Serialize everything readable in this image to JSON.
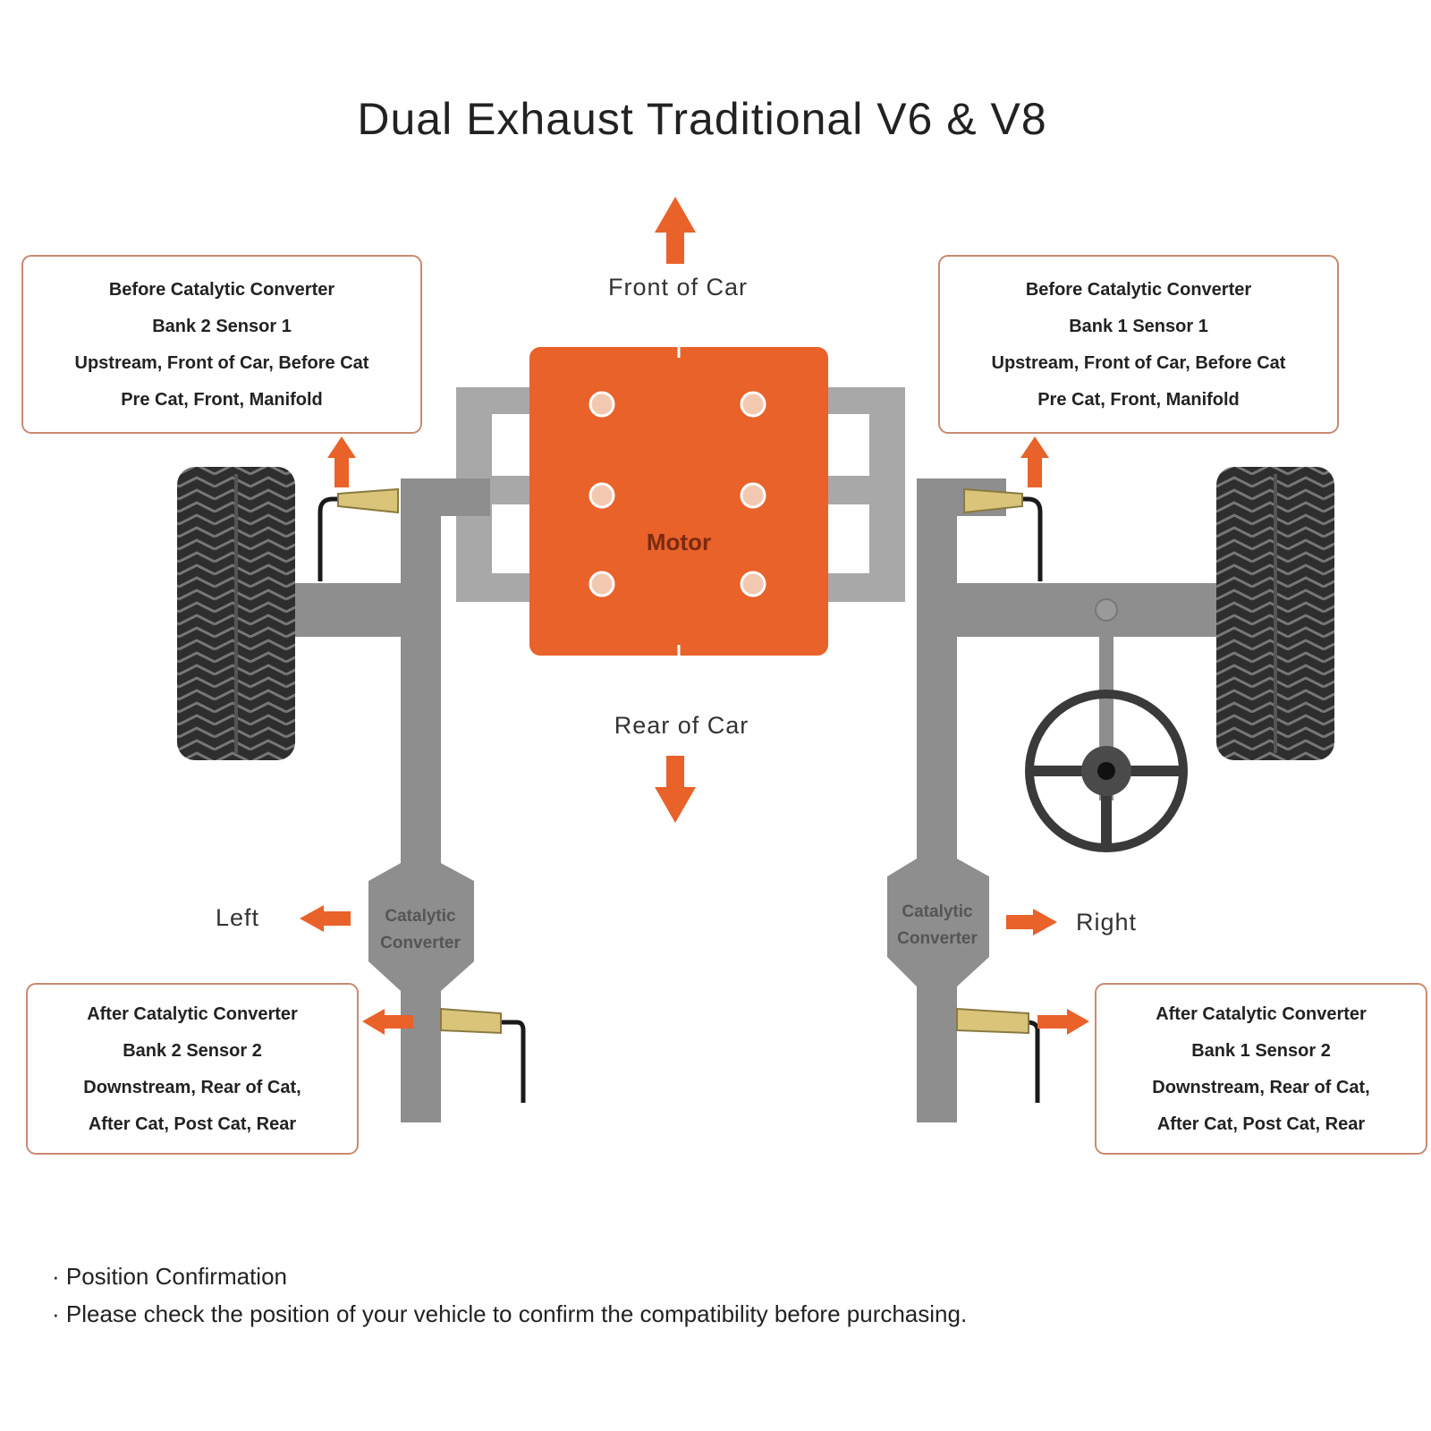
{
  "title": "Dual Exhaust Traditional V6 & V8",
  "directions": {
    "front": "Front of Car",
    "rear": "Rear of Car",
    "left": "Left",
    "right": "Right"
  },
  "motor_label": "Motor",
  "catalytic_converter": [
    "Catalytic",
    "Converter"
  ],
  "boxes": {
    "top_left": [
      "Before Catalytic Converter",
      "Bank 2 Sensor 1",
      "Upstream, Front of Car, Before Cat",
      "Pre Cat, Front, Manifold"
    ],
    "top_right": [
      "Before Catalytic Converter",
      "Bank 1 Sensor 1",
      "Upstream, Front of Car, Before Cat",
      "Pre Cat, Front, Manifold"
    ],
    "bottom_left": [
      "After Catalytic Converter",
      "Bank 2 Sensor 2",
      "Downstream, Rear of Cat,",
      "After Cat, Post Cat, Rear"
    ],
    "bottom_right": [
      "After Catalytic Converter",
      "Bank 1 Sensor 2",
      "Downstream, Rear of Cat,",
      "After Cat, Post Cat, Rear"
    ]
  },
  "notes": [
    "· Position Confirmation",
    "· Please check the position of your vehicle to confirm the compatibility before purchasing."
  ],
  "colors": {
    "accent": "#e8622a",
    "pipe": "#8e8e8e",
    "pipe_light": "#a8a8a8",
    "tire": "#2e2e2e",
    "box_border": "#c98a70",
    "sensor": "#d9c47a"
  },
  "icons": [
    "arrow-up-icon",
    "arrow-down-icon",
    "arrow-left-icon",
    "arrow-right-icon",
    "tire-icon",
    "steering-wheel-icon",
    "oxygen-sensor-icon"
  ]
}
